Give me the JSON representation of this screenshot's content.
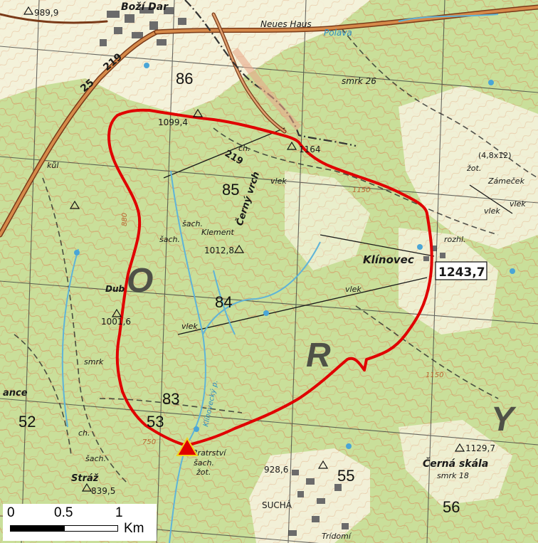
{
  "colors": {
    "forest": "#c9df9a",
    "meadow": "#f7f3df",
    "contour": "#d98a5a",
    "road": "#b55a2a",
    "boundary": "#e00000",
    "stream": "#5fb4d8",
    "marker": "#e00000"
  },
  "labels": {
    "bozi_dar": "Boží Dar",
    "elev_989": "989,9",
    "neues_haus": "Neues Haus",
    "polava": "Polava",
    "road_25": "25",
    "road_219": "219",
    "road_219b": "219",
    "elev_1099": "1099,4",
    "elev_1164": "1164",
    "smrk_26": "smrk 26",
    "cerny_vrch": "Černý vrch",
    "klement": "Klement",
    "sach1": "šach.",
    "sach2": "šach.",
    "elev_1012": "1012,8",
    "klinovec": "Klínovec",
    "elev_1243": "1243,7",
    "rozhl": "rozhl.",
    "zamecek": "Zámeček",
    "zot": "žot.",
    "box_48": "(4,8x12)",
    "vlek1": "vlek",
    "vlek2": "vlek",
    "vlek3": "vlek",
    "vlek4": "vlek",
    "vlek5": "vlek",
    "dub": "Dub",
    "elev_1001": "1001,6",
    "smrk_21": "smrk",
    "kul": "kůl",
    "ance": "ance",
    "ch1": "ch.",
    "ch2": "ch.",
    "bratrstvi": "Bratrství",
    "sach3": "šach.",
    "zot2": "žot.",
    "straz": "Stráž",
    "elev_839": "839,5",
    "sach4": "šach.",
    "elev_928": "928,6",
    "sucha": "SUCHÁ",
    "tridomi": "Trídomí",
    "cerna_skala": "Černá skála",
    "elev_1129": "1129,7",
    "smrk_18": "smrk 18",
    "contour_1150a": "1150",
    "contour_1150b": "1150",
    "contour_750": "750",
    "contour_880": "880",
    "stream_label": "Klínovecký p.",
    "big_O": "O",
    "big_R": "R",
    "big_Y": "Y",
    "grid_86": "86",
    "grid_85": "85",
    "grid_84": "84",
    "grid_83": "83",
    "grid_52": "52",
    "grid_53": "53",
    "grid_55": "55",
    "grid_56": "56"
  },
  "scalebar": {
    "tick_0": "0",
    "tick_05": "0.5",
    "tick_1": "1",
    "unit": "Km"
  }
}
